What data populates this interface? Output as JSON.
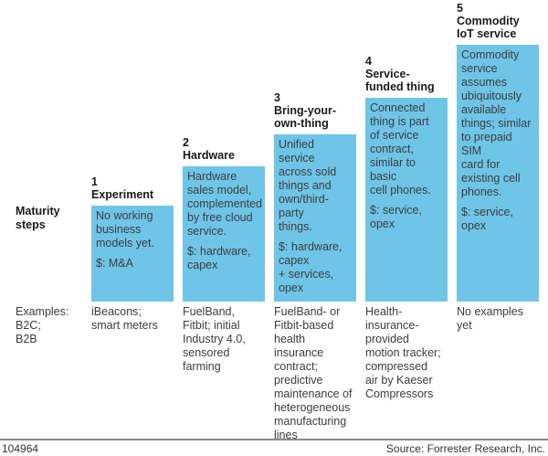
{
  "figure": {
    "left_header": "Maturity\nsteps",
    "examples_header": "Examples:\nB2C;\nB2B",
    "steps": [
      {
        "number": "1",
        "name": "Experiment",
        "description": "No working\nbusiness\nmodels yet.",
        "monetization": "$: M&A",
        "examples": "iBeacons;\nsmart meters"
      },
      {
        "number": "2",
        "name": "Hardware",
        "description": "Hardware\nsales model,\ncomplemented\nby free cloud\nservice.",
        "monetization": "$: hardware,\ncapex",
        "examples": "FuelBand,\nFitbit; initial\nIndustry 4.0,\nsensored\nfarming"
      },
      {
        "number": "3",
        "name": "Bring-your-\nown-thing",
        "description": "Unified service\nacross sold\nthings and\nown/third-party\nthings.",
        "monetization": "$: hardware,\ncapex\n+ services,\nopex",
        "examples": "FuelBand- or\nFitbit-based\nhealth\ninsurance\ncontract;\npredictive\nmaintenance of\nheterogeneous\nmanufacturing\nlines"
      },
      {
        "number": "4",
        "name": "Service-\nfunded thing",
        "description": "Connected\nthing is part\nof service\ncontract,\nsimilar to basic\ncell phones.",
        "monetization": "$: service,\nopex",
        "examples": "Health-\ninsurance-\nprovided\nmotion tracker;\ncompressed\nair by Kaeser\nCompressors"
      },
      {
        "number": "5",
        "name": "Commodity\nIoT service",
        "description": "Commodity\nservice\nassumes\nubiquitously\navailable\nthings; similar\nto prepaid SIM\ncard for\nexisting cell\nphones.",
        "monetization": "$: service,\nopex",
        "examples": "No examples\nyet"
      }
    ],
    "footer": {
      "figure_number": "104964",
      "source": "Source: Forrester Research, Inc."
    },
    "colors": {
      "step_fill": "#6FC5E8",
      "label_text": "#1A1A1A",
      "body_text": "#3C3C3C",
      "rule": "#8A8A8A"
    }
  }
}
